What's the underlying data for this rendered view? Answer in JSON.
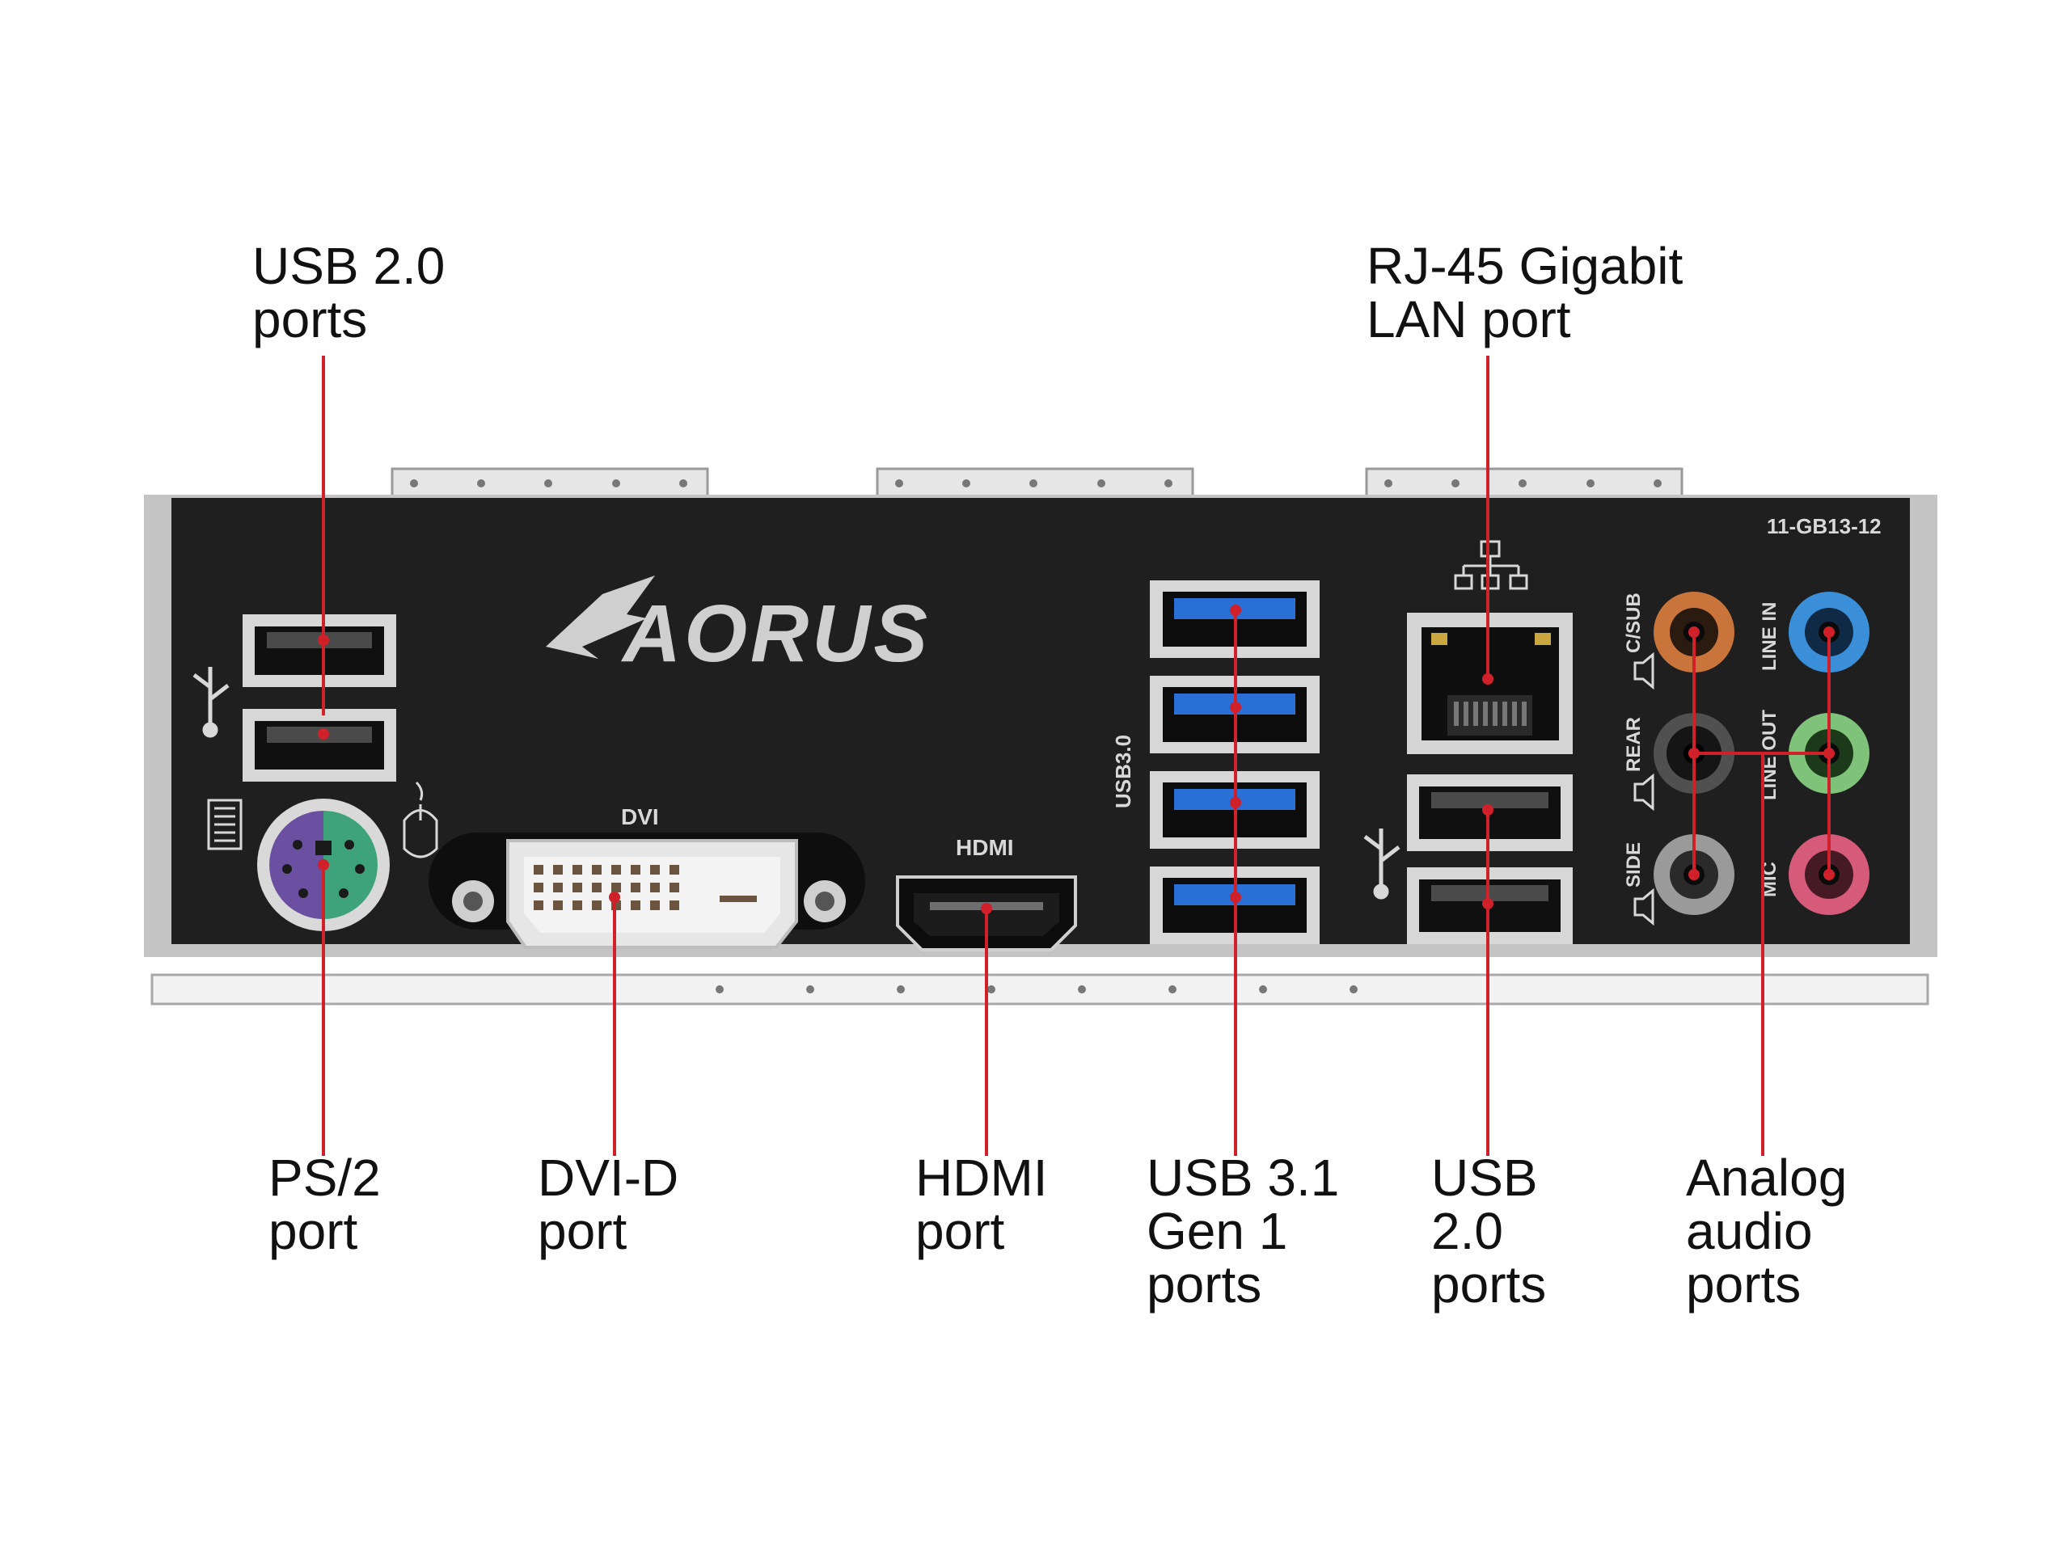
{
  "colors": {
    "leader_line": "#d0202a",
    "panel": "#1f1f1f",
    "panel_frame": "#b9b9b9",
    "panel_print": "#d8d8d8",
    "usb3_blue": "#2a6fd6",
    "ps2_keyboard": "#6b4fa0",
    "ps2_mouse": "#3ea27a",
    "audio_csub": "#c8743a",
    "audio_line_in": "#3a8fd8",
    "audio_rear": "#202020",
    "audio_line_out": "#7fc27a",
    "audio_side": "#9a9a9a",
    "audio_mic": "#d65b7a"
  },
  "panel": {
    "brand": "AORUS",
    "part_number": "11-GB13-12",
    "dvi_label": "DVI",
    "hdmi_label": "HDMI",
    "usb3_label": "USB3.0",
    "audio_labels": {
      "c_sub": "C/SUB",
      "line_in": "LINE IN",
      "rear": "REAR",
      "line_out": "LINE OUT",
      "side": "SIDE",
      "mic": "MIC"
    }
  },
  "icons": {
    "usb": "usb-icon",
    "keyboard": "keyboard-icon",
    "mouse": "mouse-icon",
    "network": "network-icon",
    "speaker": "speaker-icon"
  },
  "callouts": {
    "usb20_top": [
      "USB 2.0",
      "ports"
    ],
    "rj45": [
      "RJ-45 Gigabit",
      "LAN port"
    ],
    "ps2": [
      "PS/2",
      "port"
    ],
    "dvid": [
      "DVI-D",
      "port"
    ],
    "hdmi": [
      "HDMI",
      "port"
    ],
    "usb31": [
      "USB 3.1",
      "Gen 1",
      "ports"
    ],
    "usb20_bottom": [
      "USB",
      "2.0",
      "ports"
    ],
    "audio": [
      "Analog",
      "audio",
      "ports"
    ]
  }
}
